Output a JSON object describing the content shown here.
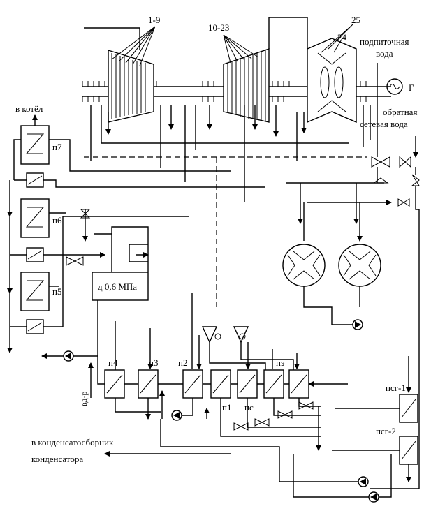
{
  "diagram": {
    "turbine_labels": {
      "hp_stages": "1-9",
      "ip_stages": "10-23",
      "lp_stage_25": "25",
      "lp_stage_24": "24"
    },
    "generator": "Г",
    "makeup_water": [
      "подпиточная",
      "вода"
    ],
    "return_network_water": [
      "обратная",
      "сетевая вода"
    ],
    "to_boiler": "в котёл",
    "heaters_hp": [
      "п7",
      "п6",
      "п5"
    ],
    "deaerator": "д 0,6 МПа",
    "heaters_lp": [
      "п4",
      "п3",
      "п2",
      "п1",
      "пс",
      "пэ"
    ],
    "network_heaters": [
      "псг-1",
      "псг-2"
    ],
    "drain_label": "вд-р",
    "to_condensate": [
      "в конденсатосборник",
      "конденсатора"
    ]
  }
}
